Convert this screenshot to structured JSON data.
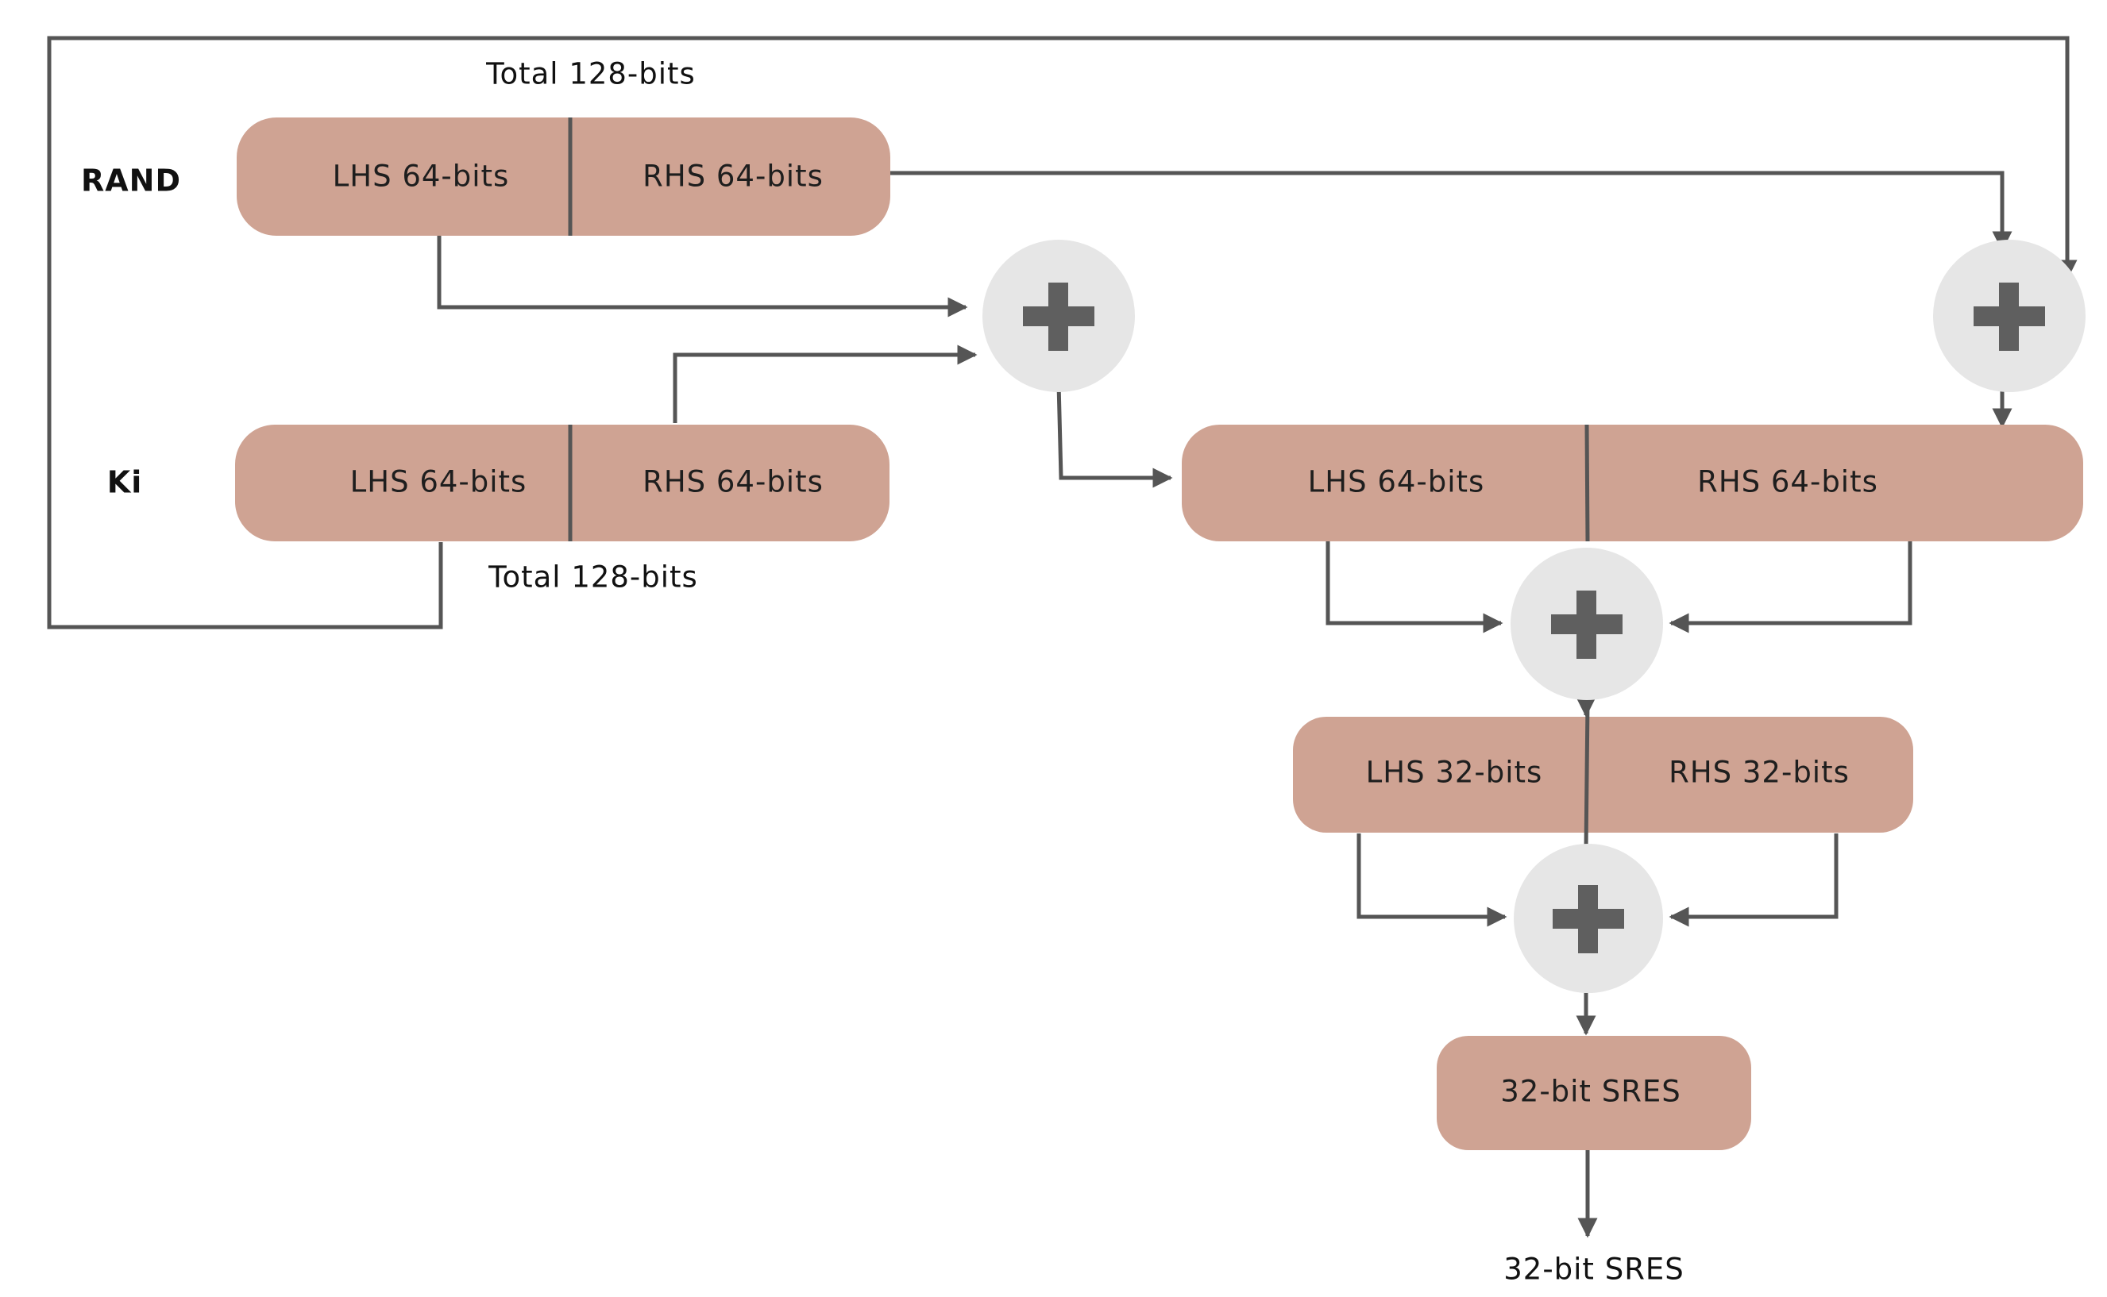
{
  "labels": {
    "rand": "RAND",
    "ki": "Ki",
    "rand_total": "Total 128-bits",
    "ki_total": "Total 128-bits",
    "output": "32-bit SRES"
  },
  "rand_block": {
    "lhs": "LHS 64-bits",
    "rhs": "RHS 64-bits"
  },
  "ki_block": {
    "lhs": "LHS 64-bits",
    "rhs": "RHS 64-bits"
  },
  "mid_block": {
    "lhs": "LHS 64-bits",
    "rhs": "RHS 64-bits"
  },
  "half_block": {
    "lhs": "LHS 32-bits",
    "rhs": "RHS 32-bits"
  },
  "sres_block": {
    "label": "32-bit SRES"
  },
  "operator_symbol": "plus",
  "colors": {
    "block_fill": "#cfa393",
    "operator_fill": "#e6e6e6",
    "operator_symbol": "#5f5f5f",
    "line": "#555555"
  }
}
